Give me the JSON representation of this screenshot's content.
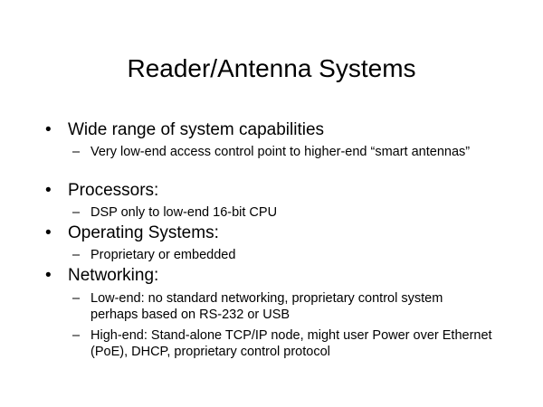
{
  "title": "Reader/Antenna Systems",
  "bullets": [
    {
      "text": "Wide range of system capabilities",
      "subs": [
        "Very low-end access control point to higher-end “smart antennas”"
      ]
    },
    {
      "text": "Processors:",
      "subs": [
        "DSP only to low-end 16-bit CPU"
      ]
    },
    {
      "text": "Operating Systems:",
      "subs": [
        "Proprietary or embedded"
      ]
    },
    {
      "text": "Networking:",
      "subs": [
        "Low-end:  no standard networking, proprietary control system perhaps based on RS-232 or USB",
        "High-end: Stand-alone TCP/IP node, might user Power over Ethernet (PoE), DHCP,  proprietary control protocol"
      ]
    }
  ],
  "bullet_glyph": "•",
  "dash_glyph": "–"
}
